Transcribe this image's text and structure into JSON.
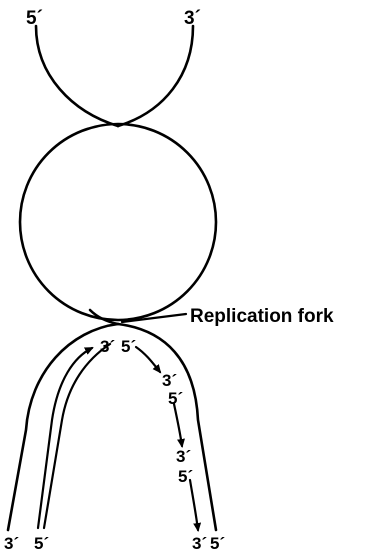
{
  "labels": {
    "top_left": "5´",
    "top_right": "3´",
    "fork": "Replication fork",
    "fork_near_left": "3´",
    "fork_near_right": "5´",
    "mid1_3": "3´",
    "mid1_5": "5´",
    "mid2_3": "3´",
    "mid2_5": "5´",
    "bottom_left_3": "3´",
    "bottom_left_5": "5´",
    "bottom_right_3": "3´",
    "bottom_right_5": "5´"
  }
}
